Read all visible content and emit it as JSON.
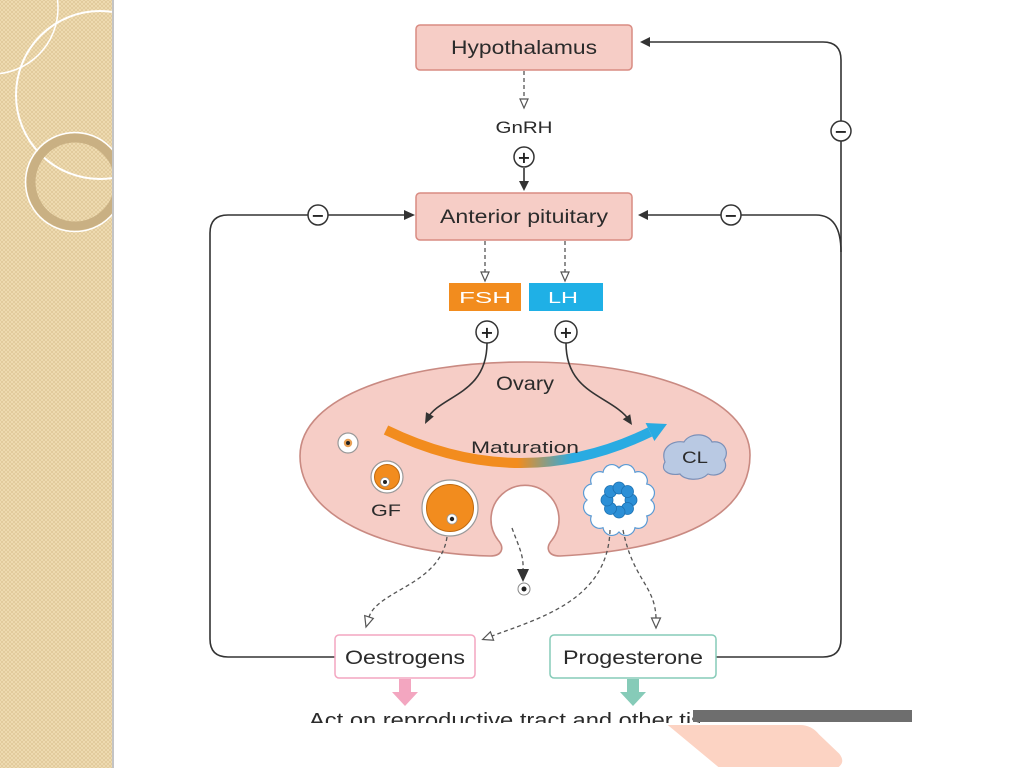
{
  "diagram": {
    "nodes": {
      "hypothalamus": "Hypothalamus",
      "gnrh": "GnRH",
      "anterior_pituitary": "Anterior pituitary",
      "fsh": "FSH",
      "lh": "LH",
      "ovary": "Ovary",
      "maturation": "Maturation",
      "gf": "GF",
      "cl": "CL",
      "oestrogens": "Oestrogens",
      "progesterone": "Progesterone"
    },
    "signs": {
      "stimulate": "+",
      "inhibit": "−"
    },
    "footer": "Act on reproductive tract and other tis"
  },
  "colors": {
    "gland_box": "#f6cdc6",
    "ovary": "#f6cdc6",
    "fsh": "#f28c1e",
    "lh": "#1fb0e6",
    "oestrogens_accent": "#f3a6c0",
    "progesterone_accent": "#86cbb8",
    "strip": "#efdcb2"
  }
}
